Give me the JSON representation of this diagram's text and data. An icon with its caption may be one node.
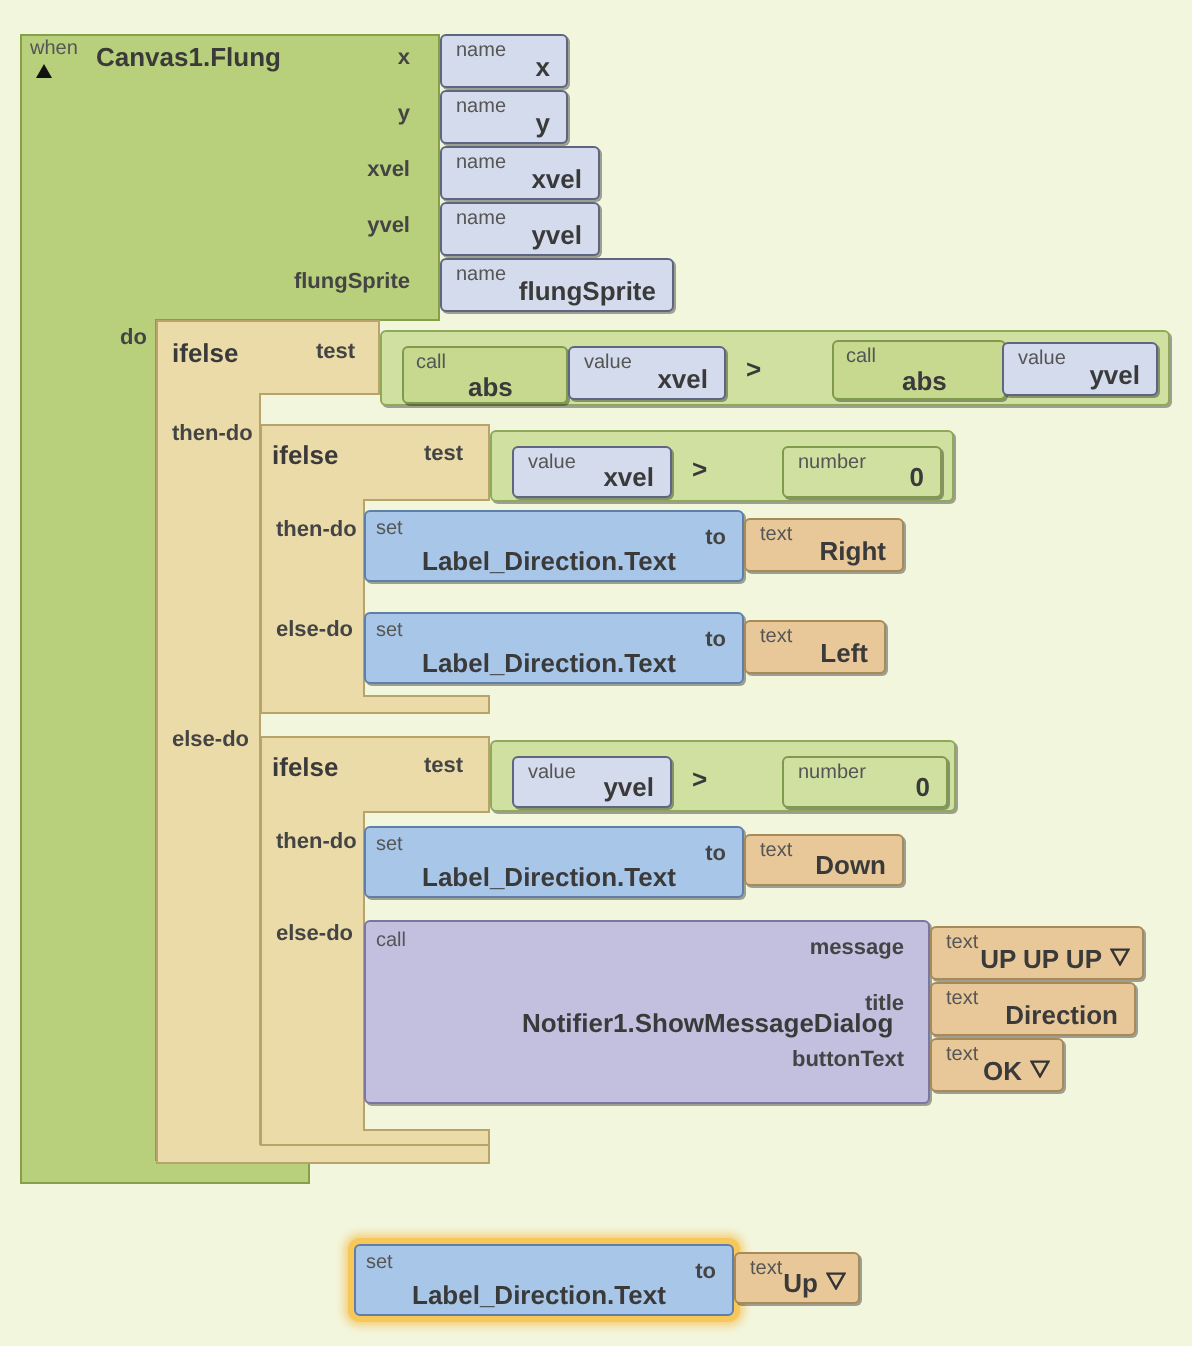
{
  "diagram": {
    "nodes": [
      {
        "text": [
          "when",
          "Canvas1.Flung",
          "x",
          "y",
          "xvel",
          "yvel",
          "flungSprite",
          "do"
        ]
      },
      {
        "text": [
          "name",
          "x"
        ]
      },
      {
        "text": [
          "name",
          "y"
        ]
      },
      {
        "text": [
          "name",
          "xvel"
        ]
      },
      {
        "text": [
          "name",
          "yvel"
        ]
      },
      {
        "text": [
          "name",
          "flungSprite"
        ]
      },
      {
        "text": [
          "ifelse",
          "test",
          "then-do",
          "else-do"
        ]
      },
      {
        "text": [
          ">"
        ]
      },
      {
        "text": [
          "call",
          "abs"
        ],
        "in": 7
      },
      {
        "text": [
          "value",
          "xvel"
        ],
        "in": 7
      },
      {
        "text": [
          "call",
          "abs"
        ],
        "in": 7
      },
      {
        "text": [
          "value",
          "yvel"
        ],
        "in": 7
      },
      {
        "text": [
          "ifelse",
          "test",
          "then-do",
          "else-do"
        ]
      },
      {
        "text": [
          ">"
        ]
      },
      {
        "text": [
          "value",
          "xvel"
        ],
        "in": 13
      },
      {
        "text": [
          "number",
          "0"
        ],
        "in": 13
      },
      {
        "text": [
          "set",
          "Label_Direction.Text",
          "to"
        ]
      },
      {
        "text": [
          "text",
          "Right"
        ]
      },
      {
        "text": [
          "set",
          "Label_Direction.Text",
          "to"
        ]
      },
      {
        "text": [
          "text",
          "Left"
        ]
      },
      {
        "text": [
          "ifelse",
          "test",
          "then-do",
          "else-do"
        ]
      },
      {
        "text": [
          ">"
        ]
      },
      {
        "text": [
          "value",
          "yvel"
        ],
        "in": 21
      },
      {
        "text": [
          "number",
          "0"
        ],
        "in": 21
      },
      {
        "text": [
          "set",
          "Label_Direction.Text",
          "to"
        ]
      },
      {
        "text": [
          "text",
          "Down"
        ]
      },
      {
        "text": [
          "call",
          "Notifier1.ShowMessageDialog",
          "message",
          "title",
          "buttonText"
        ]
      },
      {
        "text": [
          "text",
          "UP UP UP"
        ]
      },
      {
        "text": [
          "text",
          "Direction"
        ]
      },
      {
        "text": [
          "text",
          "OK"
        ]
      },
      {
        "text": [
          "set",
          "Label_Direction.Text",
          "to"
        ]
      },
      {
        "text": [
          "text",
          "Up"
        ]
      }
    ]
  }
}
